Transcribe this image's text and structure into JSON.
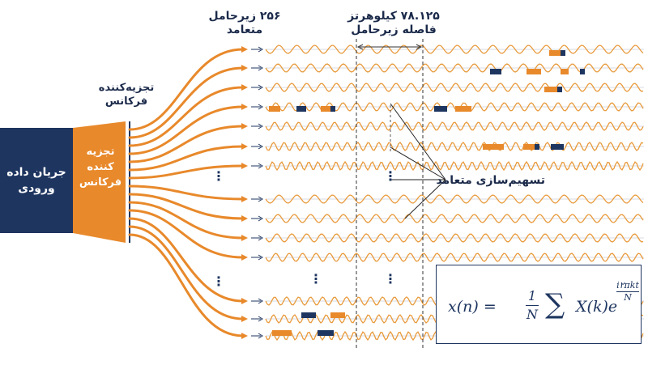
{
  "labels": {
    "subchannels_line1": "۲۵۶ زیرحامل",
    "subchannels_line2": "متعامد",
    "spacing_line1": "۷۸.۱۲۵ کیلوهرتز",
    "spacing_line2": "فاصله زیرحامل",
    "splitter_top_line1": "تجزیه‌کننده",
    "splitter_top_line2": "فرکانس",
    "input_line1": "جریان داده",
    "input_line2": "ورودی",
    "splitter_box_line1": "تجزیه",
    "splitter_box_line2": "کننده",
    "splitter_box_line3": "فرکانس",
    "orthogonal": "تسهیم‌سازی متعامد",
    "ellipsis": "⋮"
  },
  "formula": {
    "lhs": "x(n) =",
    "frac_num": "1",
    "frac_den": "N",
    "sum": "∑",
    "term": "X(k)e",
    "exp_num": "i۲πkt",
    "exp_den": "N"
  },
  "colors": {
    "orange": "#e8892b",
    "navy": "#1e3560",
    "wave": "#e89a3c",
    "arrow": "#1e3560"
  }
}
